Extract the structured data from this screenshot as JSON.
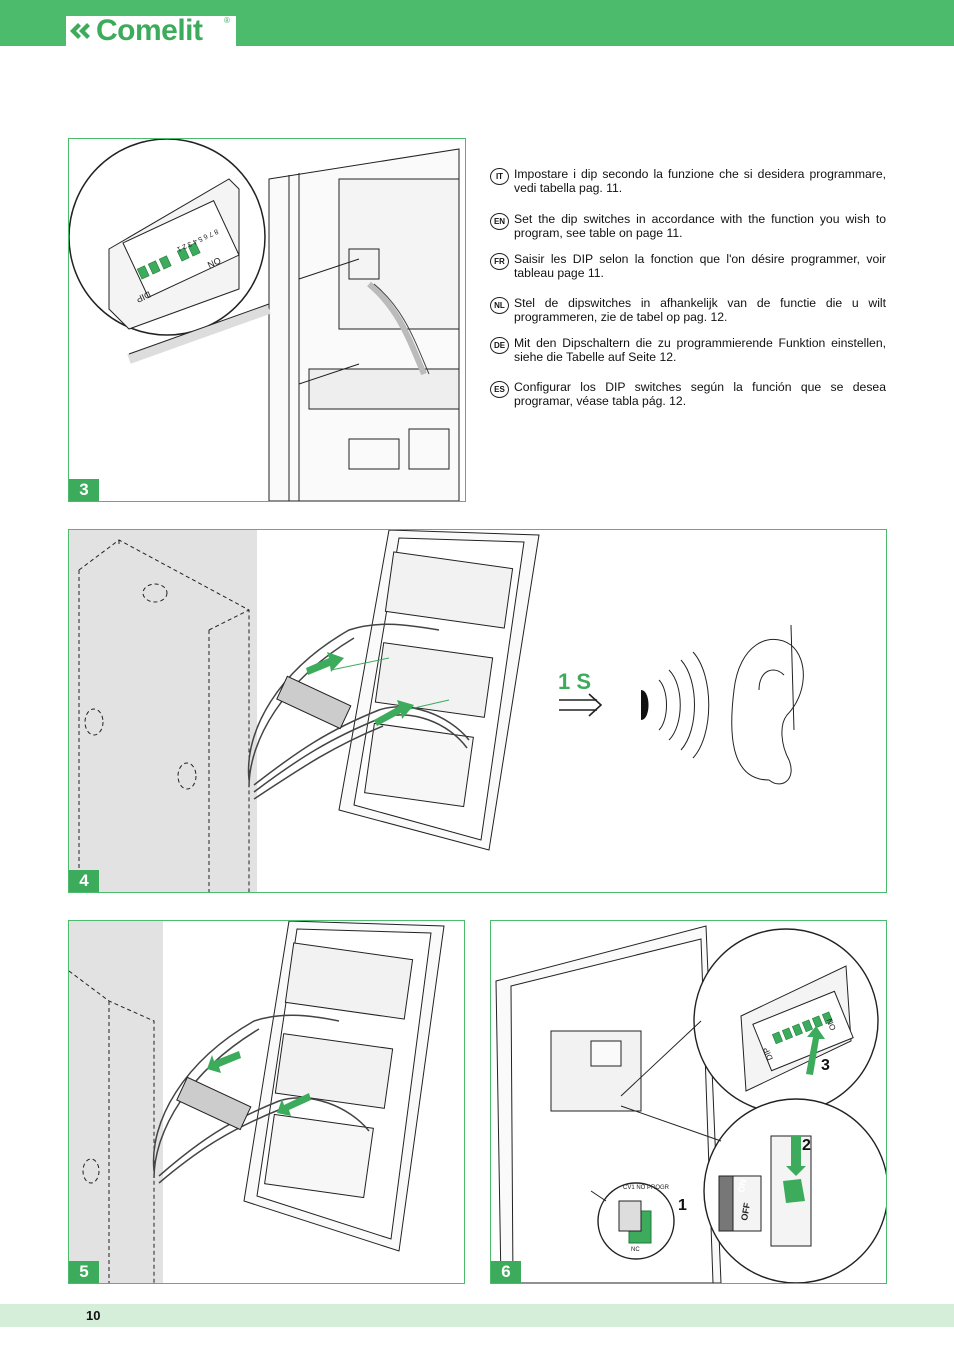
{
  "header": {
    "brand": "Comelit",
    "registered_mark": "®"
  },
  "instructions": [
    {
      "lang": "IT",
      "text": "Impostare i dip secondo la funzione che si desidera programmare, vedi tabella pag. 11."
    },
    {
      "lang": "EN",
      "text": "Set the dip switches in accordance with the function you wish to program, see table on page 11."
    },
    {
      "lang": "FR",
      "text": "Saisir les DIP selon la fonction que l'on désire programmer, voir tableau page 11."
    },
    {
      "lang": "NL",
      "text": "Stel de dipswitches in afhankelijk van de functie die u wilt programmeren, zie de tabel op pag. 12."
    },
    {
      "lang": "DE",
      "text": "Mit den Dipschaltern die zu programmierende Funktion einstellen, siehe die Tabelle auf Seite 12."
    },
    {
      "lang": "ES",
      "text": "Configurar los DIP switches según la función que se desea programar, véase tabla pág. 12."
    }
  ],
  "figures": {
    "fig3": {
      "number": "3",
      "dip_label": "DIP",
      "on_label": "ON",
      "dip_numbers": "8 7 6 5 4 3 2 1"
    },
    "fig4": {
      "number": "4",
      "timing": "1 S"
    },
    "fig5": {
      "number": "5"
    },
    "fig6": {
      "number": "6",
      "step1": "1",
      "step2": "2",
      "step3": "3",
      "switch_on": "ON",
      "switch_off": "OFF",
      "dip_label": "DIP",
      "on_label": "ON",
      "jumper_label": "CV1 NO PROGR",
      "nc_label": "NC"
    }
  },
  "footer": {
    "page_number": "10"
  },
  "colors": {
    "brand_green": "#4cbb6c",
    "accent_green": "#3dab5c",
    "footer_band": "#d5eed9"
  }
}
